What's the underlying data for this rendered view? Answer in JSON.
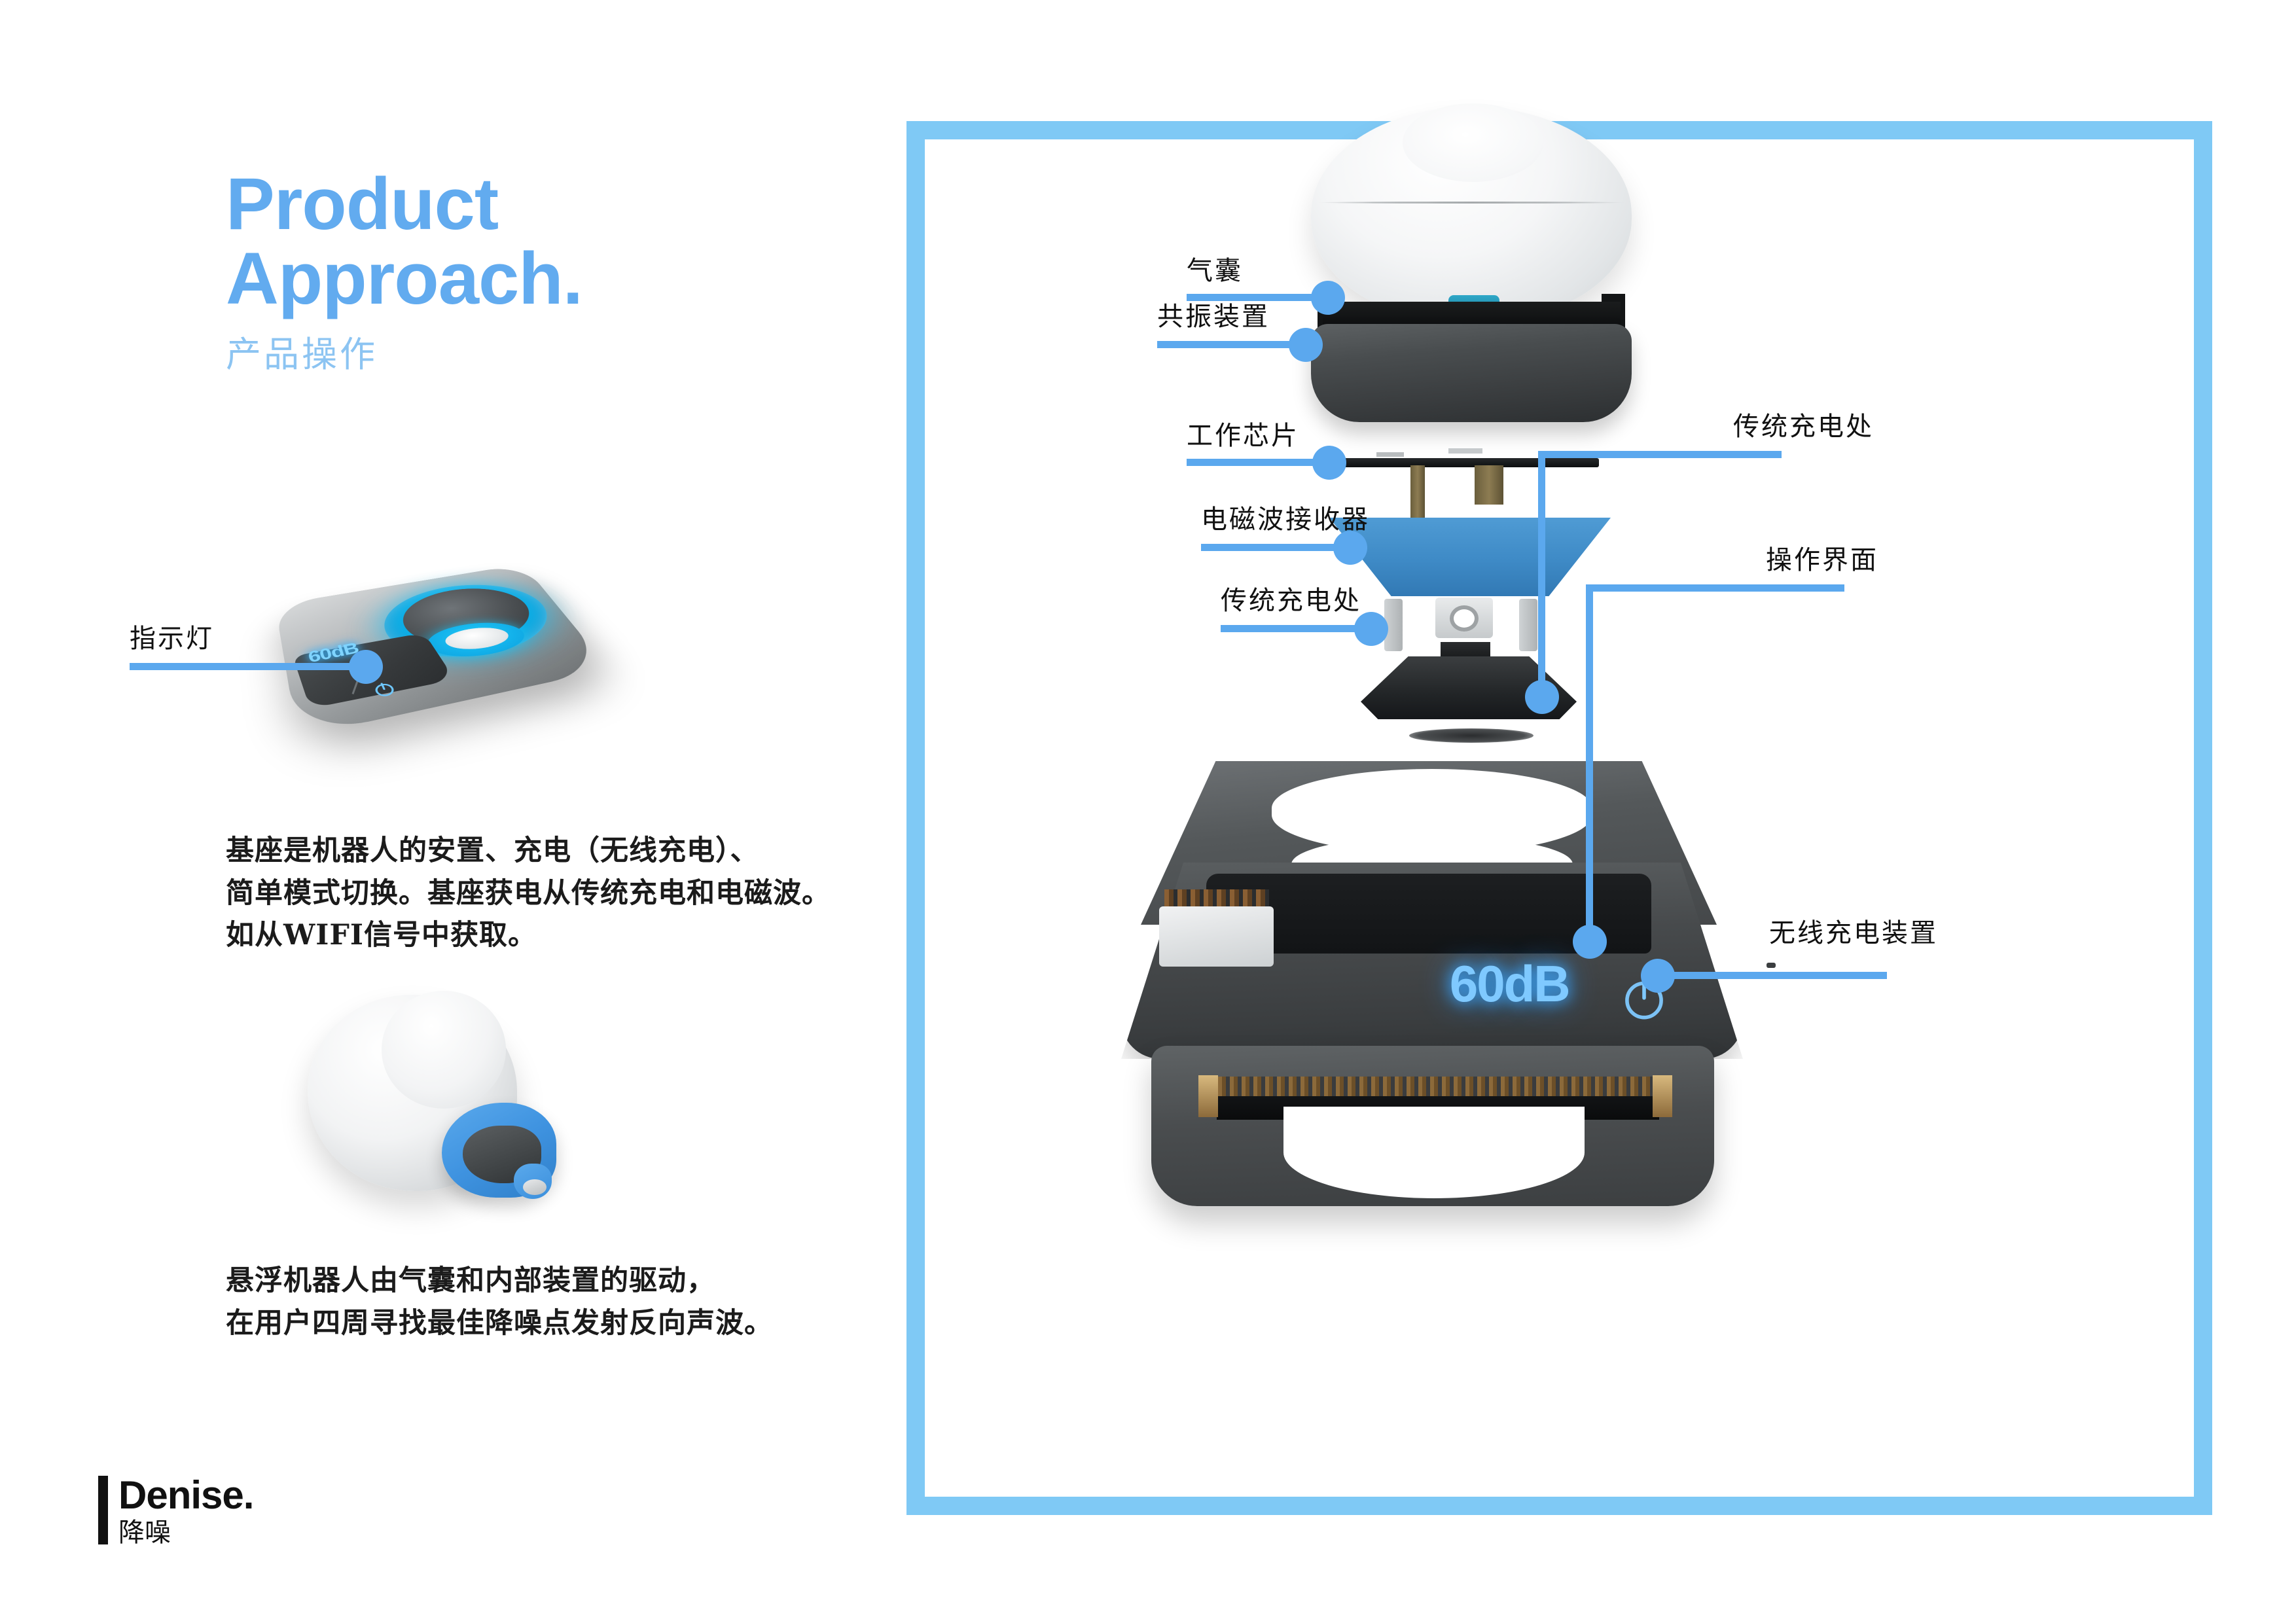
{
  "slide": {
    "title_en_line1": "Product",
    "title_en_line2": "Approach.",
    "title_cn": "产品操作",
    "accent_color": "#62ABEF",
    "frame_color": "#7FC9F5",
    "callout_color": "#5BA8EE"
  },
  "left": {
    "paragraph_1": "基座是机器人的安置、充电（无线充电）、\n简单模式切换。基座获电从传统充电和电磁波。\n如从WIFI信号中获取。",
    "paragraph_2": "悬浮机器人由气囊和内部装置的驱动，\n在用户四周寻找最佳降噪点发射反向声波。",
    "base_station": {
      "display_value": "60dB",
      "power_icon": "power-icon"
    },
    "robot": {
      "alt": "floating-noise-cancelling-robot"
    }
  },
  "logo": {
    "name": "Denise.",
    "subtitle": "降噪"
  },
  "exploded": {
    "display_value": "60dB",
    "power_icon": "power-icon",
    "callouts": [
      {
        "id": "airbag",
        "label": "气囊"
      },
      {
        "id": "resonance-device",
        "label": "共振装置"
      },
      {
        "id": "working-chip",
        "label": "工作芯片"
      },
      {
        "id": "em-wave-receiver",
        "label": "电磁波接收器"
      },
      {
        "id": "traditional-charging-left",
        "label": "传统充电处"
      },
      {
        "id": "traditional-charging-right",
        "label": "传统充电处"
      },
      {
        "id": "operation-interface",
        "label": "操作界面"
      },
      {
        "id": "indicator-light",
        "label": "指示灯"
      },
      {
        "id": "wireless-charging-device",
        "label": "无线充电装置"
      }
    ]
  }
}
